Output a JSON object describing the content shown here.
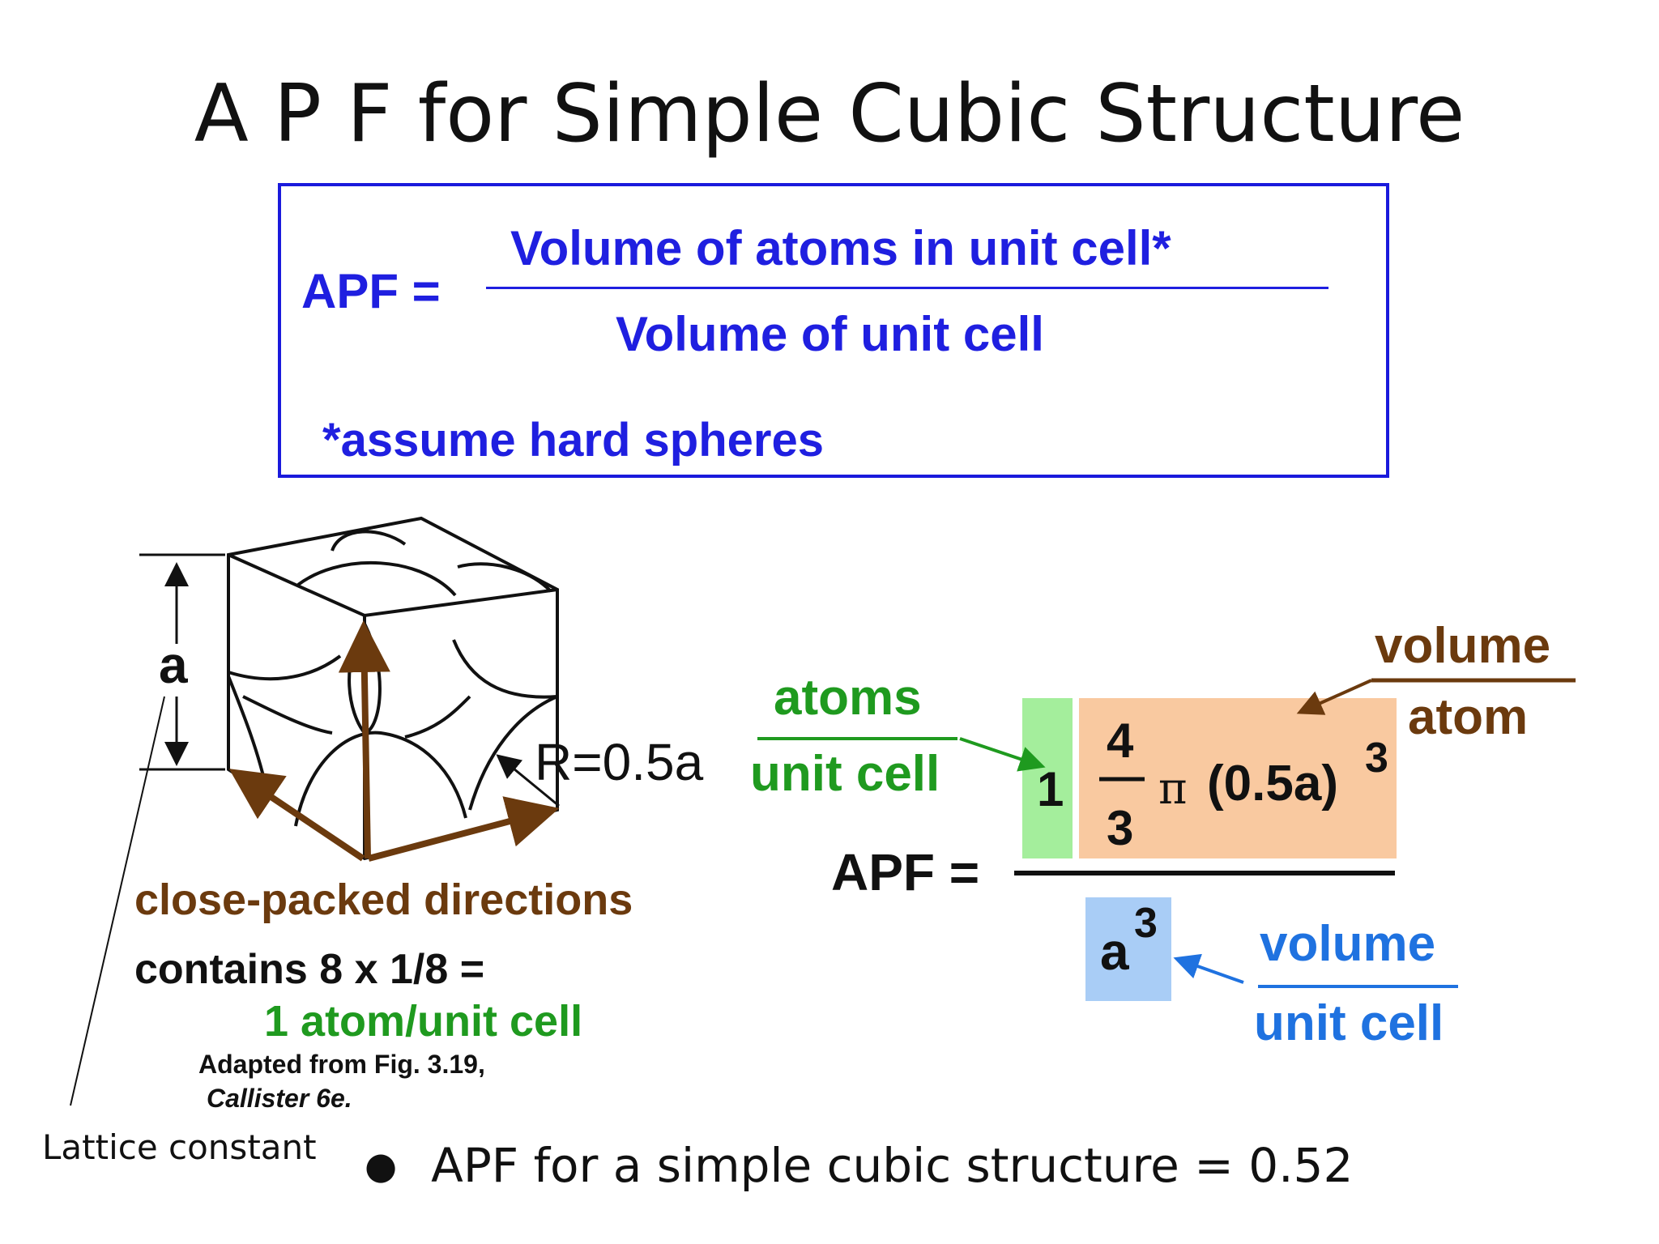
{
  "title": "A P F for Simple Cubic Structure",
  "definition": {
    "lhs": "APF =",
    "numerator": "Volume of atoms in unit cell*",
    "denominator": "Volume of unit cell",
    "footnote": "*assume hard spheres"
  },
  "cube": {
    "edge_label": "a",
    "radius_label": "R=0.5a",
    "directions_label": "close-packed directions",
    "contains_label": "contains 8 x 1/8 =",
    "atom_count_label": "1 atom/unit cell",
    "source_line1": "Adapted from Fig. 3.19,",
    "source_line2": "Callister 6e.",
    "lattice_label": "Lattice constant"
  },
  "formula": {
    "lhs": "APF =",
    "atoms_top": "atoms",
    "atoms_bottom": "unit cell",
    "count": "1",
    "frac_num": "4",
    "frac_den": "3",
    "pi": "π",
    "radius_term": "(0.5a)",
    "radius_exp": "3",
    "volume_top": "volume",
    "volume_bottom": "atom",
    "denominator_base": "a",
    "denominator_exp": "3",
    "cell_volume_top": "volume",
    "cell_volume_bottom": "unit cell"
  },
  "bullet": "APF for a simple cubic structure = 0.52",
  "colors": {
    "blue": "#1f1fe0",
    "brown": "#6b3a0e",
    "green": "#1f9a1f",
    "sky_blue": "#1f72e0",
    "green_fill": "#a4ee9c",
    "orange_fill": "#f9c9a0",
    "blue_fill": "#a9cdf6"
  }
}
